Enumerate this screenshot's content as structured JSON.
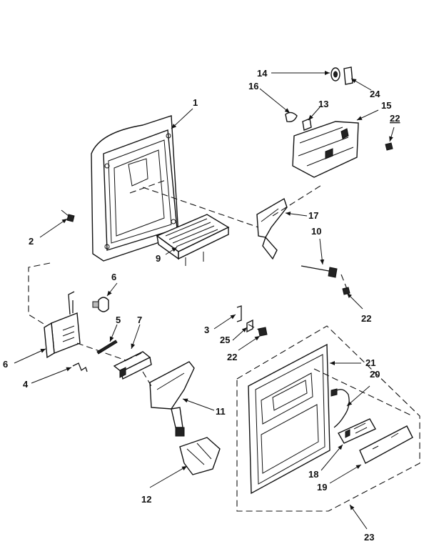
{
  "labels": {
    "p1": "1",
    "p2": "2",
    "p3": "3",
    "p4": "4",
    "p5": "5",
    "p6a": "6",
    "p6b": "6",
    "p7": "7",
    "p9": "9",
    "p10": "10",
    "p11": "11",
    "p12": "12",
    "p13": "13",
    "p14": "14",
    "p15": "15",
    "p16": "16",
    "p17": "17",
    "p18": "18",
    "p19": "19",
    "p20": "20",
    "p21": "21",
    "p22a": "22",
    "p22b": "22",
    "p22c": "22",
    "p23": "23",
    "p24": "24",
    "p25": "25"
  },
  "colors": {
    "ink": "#111111",
    "paper": "#ffffff"
  }
}
